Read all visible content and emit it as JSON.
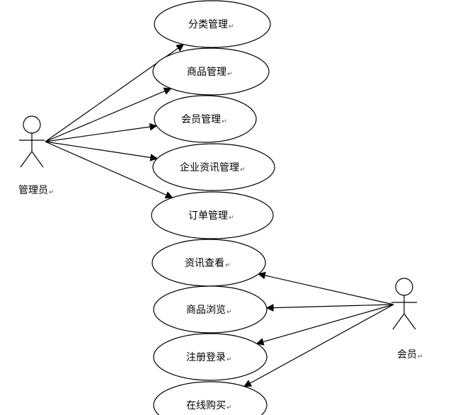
{
  "actors": [
    {
      "id": "admin",
      "label": "管理员",
      "para_mark": "↵"
    },
    {
      "id": "member",
      "label": "会员",
      "para_mark": "↵"
    }
  ],
  "use_cases": [
    {
      "id": "uc1",
      "label": "分类管理",
      "para_mark": "↵"
    },
    {
      "id": "uc2",
      "label": "商品管理",
      "para_mark": "↵"
    },
    {
      "id": "uc3",
      "label": "会员管理",
      "para_mark": "↵"
    },
    {
      "id": "uc4",
      "label": "企业资讯管理",
      "para_mark": "↵"
    },
    {
      "id": "uc5",
      "label": "订单管理",
      "para_mark": "↵"
    },
    {
      "id": "uc6",
      "label": "资讯查看",
      "para_mark": "↵"
    },
    {
      "id": "uc7",
      "label": "商品浏览",
      "para_mark": "↵"
    },
    {
      "id": "uc8",
      "label": "注册登录",
      "para_mark": "↵"
    },
    {
      "id": "uc9",
      "label": "在线购买",
      "para_mark": "↵"
    }
  ],
  "associations": [
    {
      "from": "admin",
      "to": "uc1"
    },
    {
      "from": "admin",
      "to": "uc2"
    },
    {
      "from": "admin",
      "to": "uc3"
    },
    {
      "from": "admin",
      "to": "uc4"
    },
    {
      "from": "admin",
      "to": "uc5"
    },
    {
      "from": "member",
      "to": "uc6"
    },
    {
      "from": "member",
      "to": "uc7"
    },
    {
      "from": "member",
      "to": "uc8"
    },
    {
      "from": "member",
      "to": "uc9"
    }
  ]
}
